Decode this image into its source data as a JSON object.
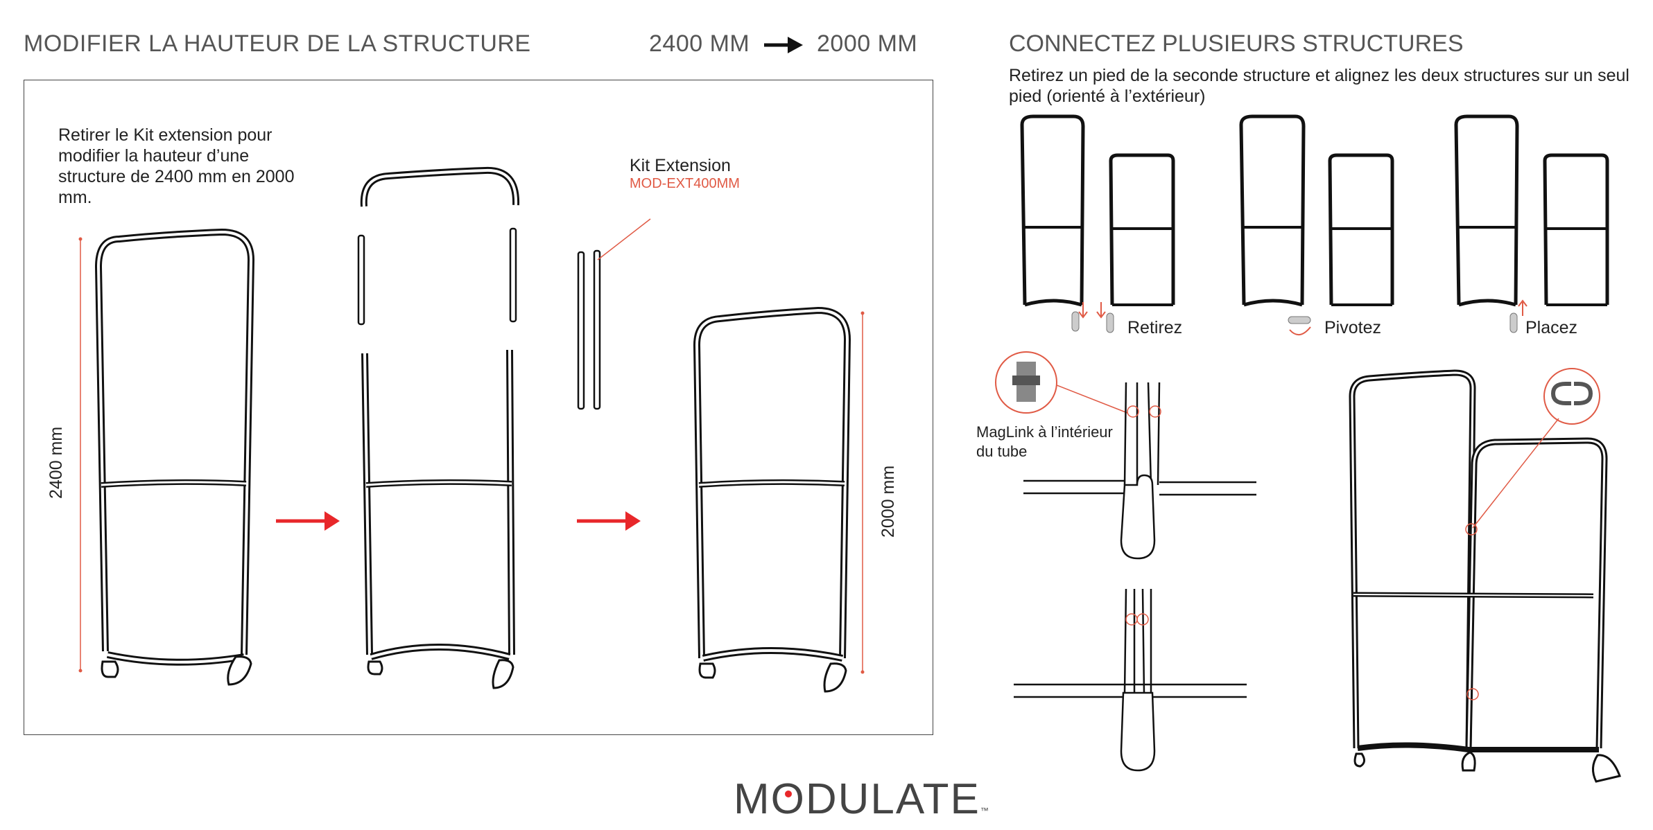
{
  "left": {
    "title": "MODIFIER LA HAUTEUR DE LA STRUCTURE",
    "from_height": "2400 MM",
    "to_height": "2000 MM",
    "instruction": "Retirer le Kit extension pour modifier la hauteur d’une structure de 2400 mm en 2000 mm.",
    "kit_label": "Kit Extension",
    "kit_code": "MOD-EXT400MM",
    "dim_left": "2400 mm",
    "dim_right": "2000 mm"
  },
  "right": {
    "title": "CONNECTEZ PLUSIEURS STRUCTURES",
    "instruction": "Retirez un pied de la seconde structure et alignez les deux structures sur un seul pied (orienté à l’extérieur)",
    "steps": [
      "Retirez",
      "Pivotez",
      "Placez"
    ],
    "maglink_label": "MagLink à l’intérieur du tube"
  },
  "brand": {
    "name": "MODULATE",
    "tm": "™",
    "accent": "#e8272a"
  }
}
